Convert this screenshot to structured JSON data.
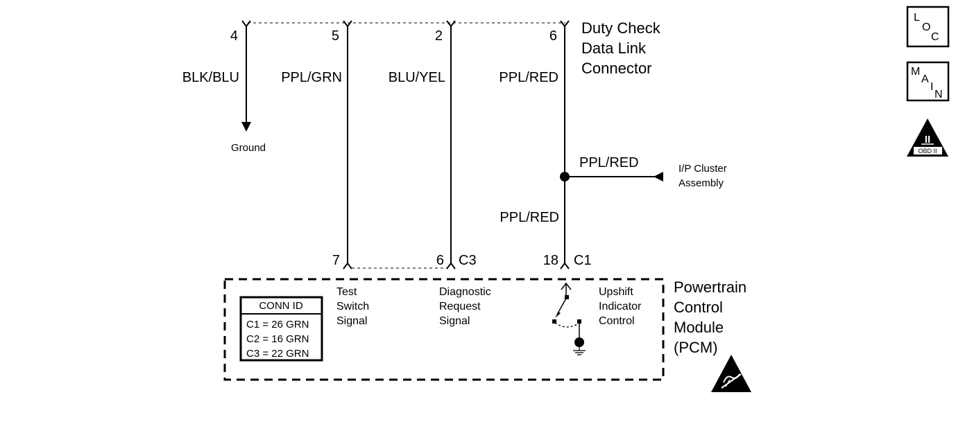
{
  "connector": {
    "title_lines": [
      "Duty Check",
      "Data Link",
      "Connector"
    ],
    "pins": [
      "4",
      "5",
      "2",
      "6"
    ]
  },
  "wires": {
    "w1": "BLK/BLU",
    "w2": "PPL/GRN",
    "w3": "BLU/YEL",
    "w4": "PPL/RED",
    "w4_lower": "PPL/RED",
    "branch": "PPL/RED"
  },
  "ground_label": "Ground",
  "cluster_lines": [
    "I/P Cluster",
    "Assembly"
  ],
  "pcm": {
    "pins": [
      "7",
      "6",
      "18"
    ],
    "conn_c3": "C3",
    "conn_c1": "C1",
    "title_lines": [
      "Powertrain",
      "Control",
      "Module",
      "(PCM)"
    ],
    "test_switch_lines": [
      "Test",
      "Switch",
      "Signal"
    ],
    "diag_request_lines": [
      "Diagnostic",
      "Request",
      "Signal"
    ],
    "upshift_lines": [
      "Upshift",
      "Indicator",
      "Control"
    ]
  },
  "conn_id": {
    "title": "CONN ID",
    "rows": [
      "C1 = 26 GRN",
      "C2 = 16 GRN",
      "C3 = 22 GRN"
    ]
  },
  "badges": {
    "loc": [
      "L",
      "O",
      "C"
    ],
    "main": [
      "M",
      "A",
      "I",
      "N"
    ],
    "obd_numeral": "II",
    "obd_text": "OBD II"
  },
  "icons": [
    "loc-icon",
    "main-icon",
    "obd-ii-icon",
    "esd-warning-icon",
    "ground-symbol-icon"
  ]
}
